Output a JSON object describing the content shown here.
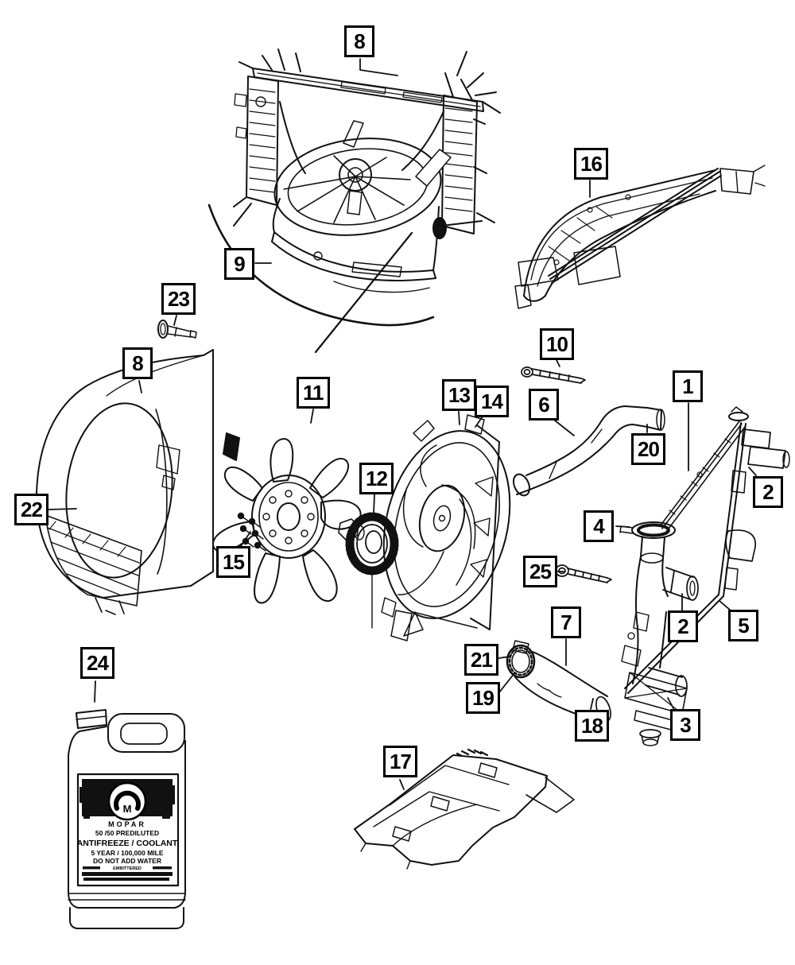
{
  "figure": {
    "kind": "exploded-parts-diagram",
    "subject": "Radiator, cooling fans, hoses and coolant related parts",
    "ink_color": "#111111",
    "background_color": "#ffffff"
  },
  "callouts": {
    "n1": "1",
    "n2a": "2",
    "n2b": "2",
    "n3": "3",
    "n4": "4",
    "n5": "5",
    "n6": "6",
    "n7": "7",
    "n8top": "8",
    "n8left": "8",
    "n9": "9",
    "n10": "10",
    "n11": "11",
    "n12": "12",
    "n13": "13",
    "n14": "14",
    "n15": "15",
    "n16": "16",
    "n17": "17",
    "n18": "18",
    "n19": "19",
    "n20": "20",
    "n21": "21",
    "n22": "22",
    "n23": "23",
    "n24": "24",
    "n25": "25"
  },
  "jug": {
    "brand": "MOPAR",
    "prediluted_line": "50 /50 PREDILUTED",
    "product_line": "ANTIFREEZE / COOLANT",
    "warranty_line": "5 YEAR / 100,000 MILE",
    "warning_line": "DO NOT ADD WATER",
    "embittered_line": "EMBITTERED"
  }
}
